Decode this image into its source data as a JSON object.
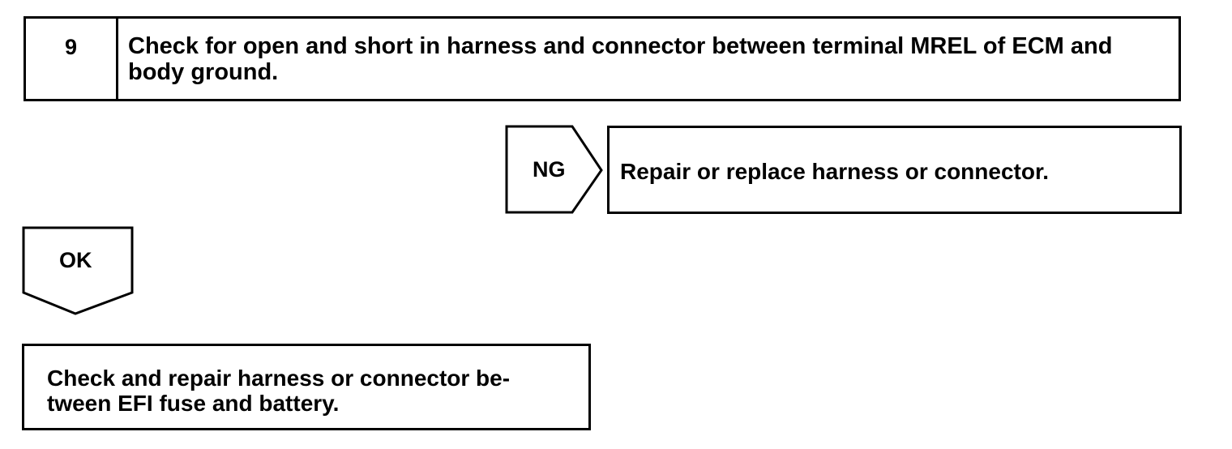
{
  "step": {
    "number": "9",
    "text": "Check for open and short in harness and connector between terminal MREL of ECM and body ground."
  },
  "ng_branch": {
    "label": "NG",
    "result": "Repair or replace harness or connector."
  },
  "ok_branch": {
    "label": "OK",
    "result": "Check and repair harness or connector be-\ntween EFI fuse and battery."
  }
}
